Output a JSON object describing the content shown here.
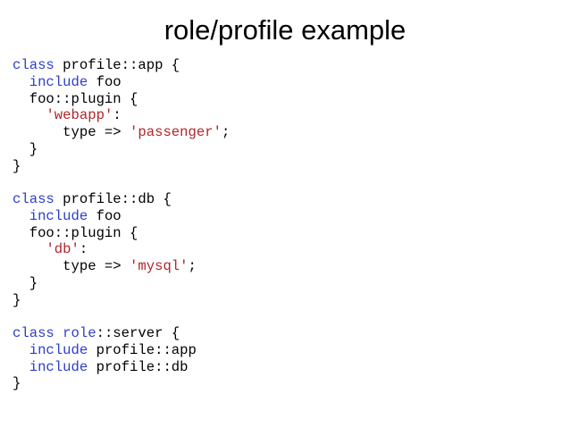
{
  "slide": {
    "title": "role/profile example",
    "code_lines": [
      [
        {
          "t": "keyword",
          "v": "class"
        },
        {
          "t": "plain",
          "v": " profile::app {"
        }
      ],
      [
        {
          "t": "plain",
          "v": "  "
        },
        {
          "t": "keyword",
          "v": "include"
        },
        {
          "t": "plain",
          "v": " foo"
        }
      ],
      [
        {
          "t": "plain",
          "v": "  foo::plugin {"
        }
      ],
      [
        {
          "t": "plain",
          "v": "    "
        },
        {
          "t": "string",
          "v": "'webapp'"
        },
        {
          "t": "plain",
          "v": ":"
        }
      ],
      [
        {
          "t": "plain",
          "v": "      type => "
        },
        {
          "t": "string",
          "v": "'passenger'"
        },
        {
          "t": "plain",
          "v": ";"
        }
      ],
      [
        {
          "t": "plain",
          "v": "  }"
        }
      ],
      [
        {
          "t": "plain",
          "v": "}"
        }
      ],
      [],
      [
        {
          "t": "keyword",
          "v": "class"
        },
        {
          "t": "plain",
          "v": " profile::db {"
        }
      ],
      [
        {
          "t": "plain",
          "v": "  "
        },
        {
          "t": "keyword",
          "v": "include"
        },
        {
          "t": "plain",
          "v": " foo"
        }
      ],
      [
        {
          "t": "plain",
          "v": "  foo::plugin {"
        }
      ],
      [
        {
          "t": "plain",
          "v": "    "
        },
        {
          "t": "string",
          "v": "'db'"
        },
        {
          "t": "plain",
          "v": ":"
        }
      ],
      [
        {
          "t": "plain",
          "v": "      type => "
        },
        {
          "t": "string",
          "v": "'mysql'"
        },
        {
          "t": "plain",
          "v": ";"
        }
      ],
      [
        {
          "t": "plain",
          "v": "  }"
        }
      ],
      [
        {
          "t": "plain",
          "v": "}"
        }
      ],
      [],
      [
        {
          "t": "keyword",
          "v": "class"
        },
        {
          "t": "plain",
          "v": " "
        },
        {
          "t": "keyword",
          "v": "role"
        },
        {
          "t": "plain",
          "v": "::server {"
        }
      ],
      [
        {
          "t": "plain",
          "v": "  "
        },
        {
          "t": "keyword",
          "v": "include"
        },
        {
          "t": "plain",
          "v": " profile::app"
        }
      ],
      [
        {
          "t": "plain",
          "v": "  "
        },
        {
          "t": "keyword",
          "v": "include"
        },
        {
          "t": "plain",
          "v": " profile::db"
        }
      ],
      [
        {
          "t": "plain",
          "v": "}"
        }
      ]
    ]
  },
  "colors": {
    "keyword": "#2d3fc8",
    "string": "#b0262a",
    "text": "#000000",
    "background": "#ffffff"
  }
}
